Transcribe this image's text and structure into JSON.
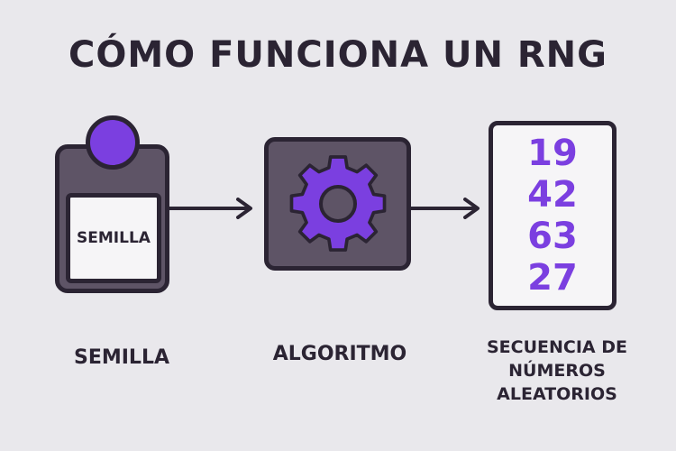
{
  "title": "CÓMO FUNCIONA UN RNG",
  "seed": {
    "card_label": "SEMILLA",
    "caption": "SEMILLA"
  },
  "algorithm": {
    "icon": "gear-icon",
    "caption": "ALGORITMO"
  },
  "sequence": {
    "numbers": [
      "19",
      "42",
      "63",
      "27"
    ],
    "caption_lines": [
      "SECUENCIA DE",
      "NÚMEROS",
      "ALEATORIOS"
    ]
  },
  "colors": {
    "background": "#e9e8ec",
    "dark": "#2b2433",
    "panel": "#5e5466",
    "accent": "#7b3fe0"
  }
}
